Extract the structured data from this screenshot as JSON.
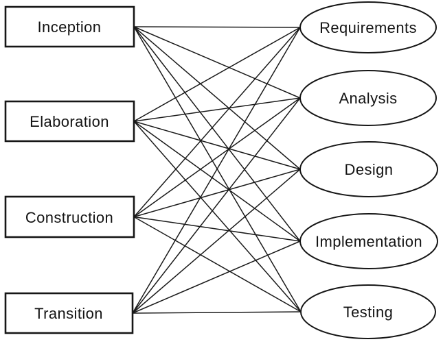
{
  "diagram": {
    "kind": "bipartite-mapping-diagram",
    "phases": [
      {
        "id": "inception",
        "label": "Inception"
      },
      {
        "id": "elaboration",
        "label": "Elaboration"
      },
      {
        "id": "construction",
        "label": "Construction"
      },
      {
        "id": "transition",
        "label": "Transition"
      }
    ],
    "workflows": [
      {
        "id": "requirements",
        "label": "Requirements"
      },
      {
        "id": "analysis",
        "label": "Analysis"
      },
      {
        "id": "design",
        "label": "Design"
      },
      {
        "id": "implementation",
        "label": "Implementation"
      },
      {
        "id": "testing",
        "label": "Testing"
      }
    ],
    "edges": [
      [
        "inception",
        "requirements"
      ],
      [
        "inception",
        "analysis"
      ],
      [
        "inception",
        "design"
      ],
      [
        "inception",
        "implementation"
      ],
      [
        "inception",
        "testing"
      ],
      [
        "elaboration",
        "requirements"
      ],
      [
        "elaboration",
        "analysis"
      ],
      [
        "elaboration",
        "design"
      ],
      [
        "elaboration",
        "implementation"
      ],
      [
        "elaboration",
        "testing"
      ],
      [
        "construction",
        "requirements"
      ],
      [
        "construction",
        "analysis"
      ],
      [
        "construction",
        "design"
      ],
      [
        "construction",
        "implementation"
      ],
      [
        "construction",
        "testing"
      ],
      [
        "transition",
        "requirements"
      ],
      [
        "transition",
        "analysis"
      ],
      [
        "transition",
        "design"
      ],
      [
        "transition",
        "implementation"
      ],
      [
        "transition",
        "testing"
      ]
    ],
    "colors": {
      "stroke": "#1a1a1a",
      "node_fill": "#ffffff",
      "background": "#ffffff"
    }
  }
}
